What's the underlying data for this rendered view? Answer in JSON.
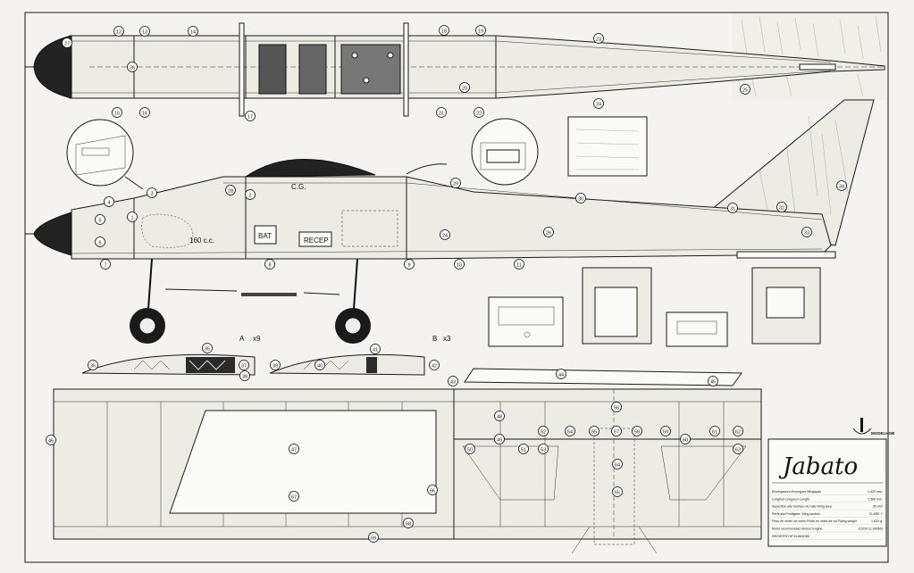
{
  "labels": {
    "engine": "160 c.c.",
    "battery": "BAT",
    "receiver": "RECEP",
    "cg": "C.G.",
    "rib_a_letter": "A",
    "rib_a_count": "x9",
    "rib_b_letter": "B",
    "rib_b_count": "x3"
  },
  "title_block": {
    "title": "Jabato",
    "brand": "MODELHOB",
    "rows": [
      {
        "text": "Envergadura   Envergure   Wingspan",
        "value": "1.420 mm."
      },
      {
        "text": "Longitud   Longueur   Length",
        "value": "1.560 mm."
      },
      {
        "text": "Superficie alar  Surface de l'aile   Wing area",
        "value": "35 dm²"
      },
      {
        "text": "Perfil alar  Profilgebr.   Wing section",
        "value": "CLARK Y"
      },
      {
        "text": "Peso en orden de vuelo   Poids en ordre de vol   Flying weight",
        "value": "1.620 g."
      },
      {
        "text": "Motor recomendado   Moteur   Engine",
        "value": "6,5/10 cc (40/60)"
      },
      {
        "text": "REGISTRO Nº M-6632/80",
        "value": ""
      }
    ]
  },
  "callouts": {
    "top_view": [
      "12",
      "13",
      "14",
      "15",
      "16",
      "17",
      "18",
      "19",
      "20",
      "21",
      "22",
      "23",
      "24",
      "25",
      "26",
      "27"
    ],
    "side_view": [
      "1",
      "2",
      "3",
      "4",
      "5",
      "6",
      "7",
      "8",
      "9",
      "10",
      "11",
      "24",
      "26",
      "28",
      "29",
      "30",
      "31",
      "32",
      "33",
      "34"
    ],
    "ribs": [
      "35",
      "36",
      "37",
      "38",
      "39",
      "40",
      "41",
      "42"
    ],
    "wing": [
      "43",
      "44",
      "45",
      "46",
      "47",
      "48",
      "49",
      "50",
      "51",
      "52",
      "53",
      "54",
      "55",
      "56",
      "57",
      "58",
      "59",
      "60",
      "61",
      "62",
      "63",
      "64",
      "65",
      "66",
      "67",
      "68",
      "69"
    ]
  }
}
